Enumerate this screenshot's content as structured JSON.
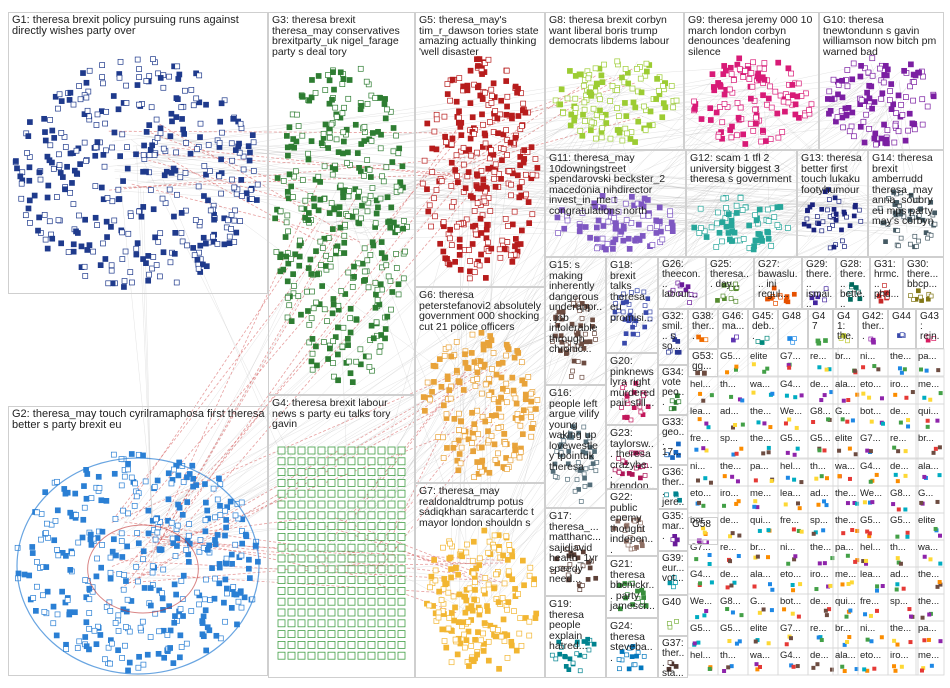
{
  "groups": [
    {
      "id": "G1",
      "label": "G1: theresa brexit policy pursuing runs against directly wishes party over",
      "color": "#1f3a8c"
    },
    {
      "id": "G2",
      "label": "G2: theresa_may touch cyrilramaphosa first theresa better s party brexit eu",
      "color": "#2a7fd4"
    },
    {
      "id": "G3",
      "label": "G3: theresa brexit theresa_may conservatives brexitparty_uk nigel_farage party s deal tory",
      "color": "#2e7d32"
    },
    {
      "id": "G4",
      "label": "G4: theresa brexit labour news s party eu talks tory gavin",
      "color": "#43a047"
    },
    {
      "id": "G5",
      "label": "G5: theresa_may's tim_r_dawson tories state amazing actually thinking 'well disaster",
      "color": "#b71c1c"
    },
    {
      "id": "G6",
      "label": "G6: theresa peterstefanovi2 absolutely government 000 shocking cut 21 police officers",
      "color": "#e8a33a"
    },
    {
      "id": "G7",
      "label": "G7: theresa_may realdonaldtrump potus sadiqkhan saracarterdc t mayor london shouldn s",
      "color": "#f2b632"
    },
    {
      "id": "G8",
      "label": "G8: theresa brexit corbyn want liberal boris trump democrats libdems labour",
      "color": "#9ccc33"
    },
    {
      "id": "G9",
      "label": "G9: theresa jeremy 000 10 march london corbyn denounces 'deafening silence",
      "color": "#d81b77"
    },
    {
      "id": "G10",
      "label": "G10: theresa tnewtondunn s gavin williamson now bitch pm warned bad",
      "color": "#7b1fa2"
    },
    {
      "id": "G11",
      "label": "G11: theresa_may 10downingstreet spendarovski beckster_2 macedonia nihdirector invest_in_me t congratulations north",
      "color": "#7e57c2"
    },
    {
      "id": "G12",
      "label": "G12: scam 1 tfl 2 university biggest 3 theresa s government",
      "color": "#26a69a"
    },
    {
      "id": "G13",
      "label": "G13: theresa better first touch lukaku footyhumour",
      "color": "#1a237e"
    },
    {
      "id": "G14",
      "label": "G14: theresa brexit amberrudd theresa_may anna_soubry eu mps party may's corbyn",
      "color": "#455a64"
    },
    {
      "id": "G15",
      "label": "G15: s making inherently dangerous underappr... job intolerable through chronic...",
      "color": "#6d4c41"
    },
    {
      "id": "G16",
      "label": "G16: people left argue vilify young waking up lovewestley tpointuk theresa",
      "color": "#546e7a"
    },
    {
      "id": "G17",
      "label": "G17: theresa_... matthanc... sajidjavid health_1yr speedy need...",
      "color": "#5d4037"
    },
    {
      "id": "G18",
      "label": "G18: brexit talks theresa eu promisi...",
      "color": "#3949ab"
    },
    {
      "id": "G19",
      "label": "G19: theresa people explain hatred...",
      "color": "#00838f"
    },
    {
      "id": "G20",
      "label": "G20: pinknews lyra right murdered pair still...",
      "color": "#c2185b"
    },
    {
      "id": "G21",
      "label": "G21: theresa bbcnickr... party jamescr...",
      "color": "#388e3c"
    },
    {
      "id": "G22",
      "label": "G22: public enemy thought indepen...",
      "color": "#8d6e63"
    },
    {
      "id": "G23",
      "label": "G23: taylorsw... theresa crazybe... brendon...",
      "color": "#ad1457"
    },
    {
      "id": "G24",
      "label": "G24: theresa steveba...",
      "color": "#0277bd"
    },
    {
      "id": "G25",
      "label": "G25: theresa... day...",
      "color": "#558b2f"
    },
    {
      "id": "G26",
      "label": "G26: theecon... labour...",
      "color": "#6a1b9a"
    },
    {
      "id": "G27",
      "label": "G27: bawaslu... ini regul...",
      "color": "#e65100"
    },
    {
      "id": "G28",
      "label": "G28: there... bette...",
      "color": "#00695c"
    },
    {
      "id": "G29",
      "label": "G29: there... ismai...",
      "color": "#4527a0"
    },
    {
      "id": "G30",
      "label": "G30: there... bbcp...",
      "color": "#827717"
    },
    {
      "id": "G31",
      "label": "G31: hrmc... phd...",
      "color": "#c62828"
    },
    {
      "id": "G32",
      "label": "G32: smil... s so...",
      "color": "#283593"
    },
    {
      "id": "G33",
      "label": "G33: geo... 17...",
      "color": "#1565c0"
    },
    {
      "id": "G34",
      "label": "G34: vote peo...",
      "color": "#2e7d32"
    },
    {
      "id": "G35",
      "label": "G35: mar...",
      "color": "#6a1b9a"
    },
    {
      "id": "G36",
      "label": "G36: ther... jere...",
      "color": "#00838f"
    },
    {
      "id": "G37",
      "label": "G37: ther... sta...",
      "color": "#4e342e"
    },
    {
      "id": "G38",
      "label": "G38: ther...",
      "color": "#ef6c00"
    },
    {
      "id": "G39",
      "label": "G39: eur... vot...",
      "color": "#0097a7"
    },
    {
      "id": "G40",
      "label": "G40",
      "color": "#7cb342"
    },
    {
      "id": "G41",
      "label": "G41: the...",
      "color": "#c0ca33"
    },
    {
      "id": "G42",
      "label": "G42: ther...",
      "color": "#8e24aa"
    },
    {
      "id": "G43",
      "label": "G43: rein...",
      "color": "#d81b60"
    },
    {
      "id": "G44",
      "label": "G44",
      "color": "#3949ab"
    },
    {
      "id": "G45",
      "label": "G45: deb...",
      "color": "#00897b"
    },
    {
      "id": "G46",
      "label": "G46: ma...",
      "color": "#5e35b1"
    },
    {
      "id": "G47",
      "label": "G47",
      "color": "#43a047"
    },
    {
      "id": "G48",
      "label": "G48",
      "color": "#1e88e5"
    },
    {
      "id": "G53",
      "label": "G53: gg...",
      "color": "#6d4c41"
    },
    {
      "id": "G58",
      "label": "G58",
      "color": "#8e24aa"
    }
  ],
  "small_groups_text": [
    "G5...",
    "elite",
    "G7...",
    "re...",
    "br...",
    "ni...",
    "the...",
    "pa...",
    "hel...",
    "th...",
    "wa...",
    "G4...",
    "de...",
    "ala...",
    "eto...",
    "iro...",
    "me...",
    "lea...",
    "ad...",
    "the...",
    "We...",
    "G8...",
    "G...",
    "bot...",
    "de...",
    "qui...",
    "fre...",
    "sp...",
    "the...",
    "G5..."
  ],
  "background_color": "#ffffff",
  "edge_color": "#d04040"
}
